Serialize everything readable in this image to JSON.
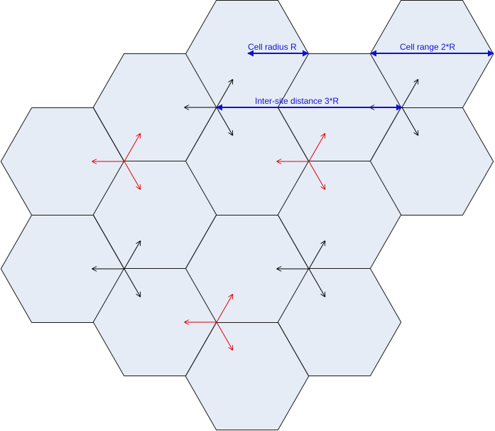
{
  "labels": {
    "cell_radius": "Cell radius R",
    "cell_range": "Cell range 2*R",
    "inter_site_distance": "Inter-site distance 3*R"
  },
  "colors": {
    "cell_fill": "#e6ecf6",
    "cell_border": "#1a1a1a",
    "dimension": "#1010d0",
    "sector_black": "#000000",
    "sector_red": "#e00000"
  },
  "sites": [
    {
      "id": "site-1",
      "color": "black"
    },
    {
      "id": "site-2",
      "color": "black"
    },
    {
      "id": "site-3",
      "color": "red"
    },
    {
      "id": "site-4",
      "color": "red"
    },
    {
      "id": "site-5",
      "color": "black"
    },
    {
      "id": "site-6",
      "color": "black"
    },
    {
      "id": "site-7",
      "color": "red"
    }
  ]
}
